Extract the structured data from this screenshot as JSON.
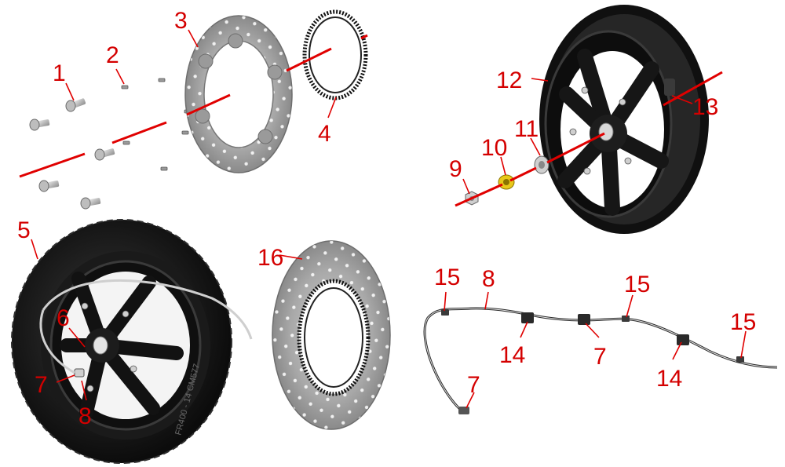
{
  "callouts": [
    {
      "id": "c1",
      "text": "1"
    },
    {
      "id": "c2",
      "text": "2"
    },
    {
      "id": "c3",
      "text": "3"
    },
    {
      "id": "c4",
      "text": "4"
    },
    {
      "id": "c5",
      "text": "5"
    },
    {
      "id": "c6",
      "text": "6"
    },
    {
      "id": "c7a",
      "text": "7"
    },
    {
      "id": "c8a",
      "text": "8"
    },
    {
      "id": "c9",
      "text": "9"
    },
    {
      "id": "c10",
      "text": "10"
    },
    {
      "id": "c11",
      "text": "11"
    },
    {
      "id": "c12",
      "text": "12"
    },
    {
      "id": "c13",
      "text": "13"
    },
    {
      "id": "c16",
      "text": "16"
    },
    {
      "id": "c15a",
      "text": "15"
    },
    {
      "id": "c8b",
      "text": "8"
    },
    {
      "id": "c15b",
      "text": "15"
    },
    {
      "id": "c15c",
      "text": "15"
    },
    {
      "id": "c14a",
      "text": "14"
    },
    {
      "id": "c7b",
      "text": "7"
    },
    {
      "id": "c14b",
      "text": "14"
    },
    {
      "id": "c7c",
      "text": "7"
    }
  ],
  "tire_text": "FR400 - 14 CM577",
  "colors": {
    "callout": "#d40000",
    "centerline": "#e00000",
    "disc": "#9a9a9a",
    "rim": "#1a1a1a",
    "tire": "#141414",
    "nut_yellow": "#e8c81a"
  }
}
